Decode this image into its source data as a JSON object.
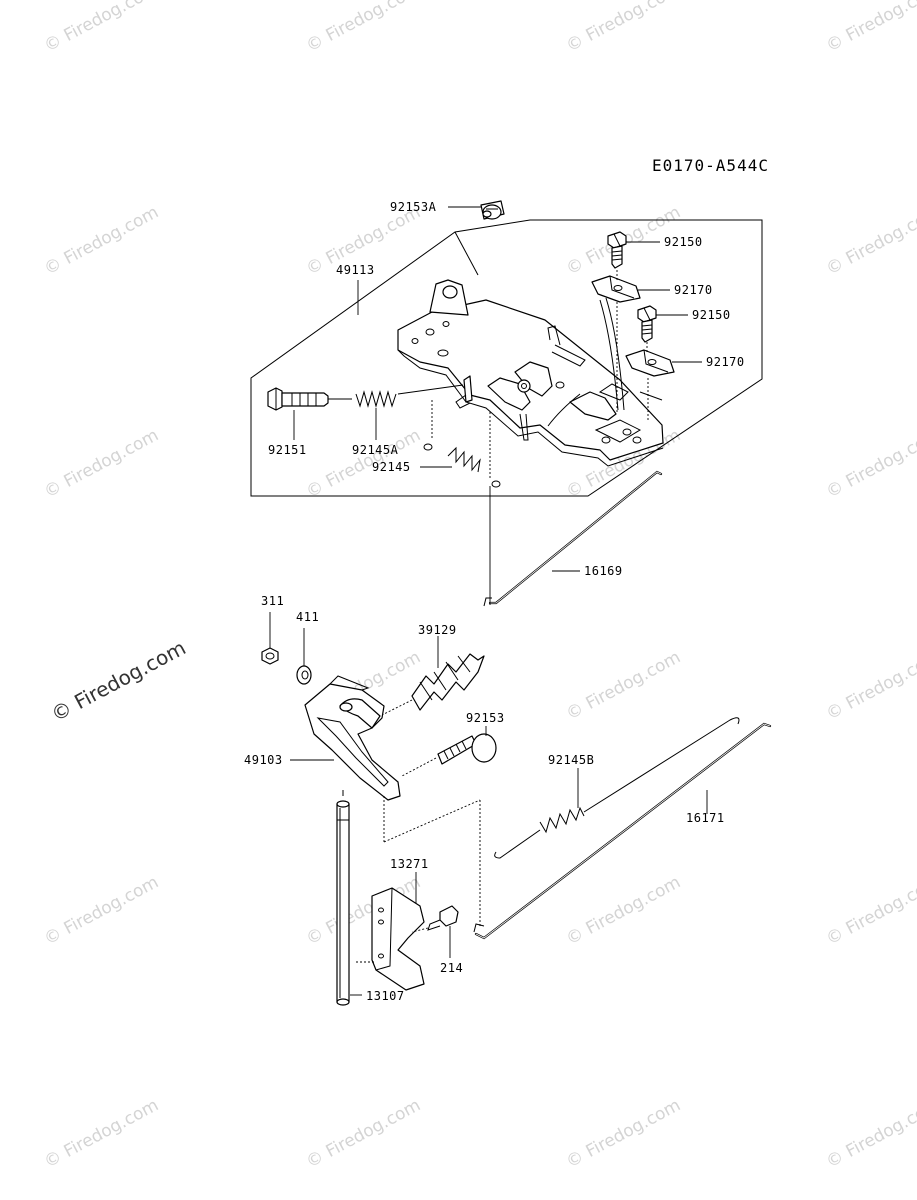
{
  "diagram_code": "E0170-A544C",
  "watermark": {
    "text": "© Firedog.com",
    "featured_text": "© Firedog.com"
  },
  "parts": {
    "p92153A": "92153A",
    "p49113": "49113",
    "p92150a": "92150",
    "p92170a": "92170",
    "p92150b": "92150",
    "p92170b": "92170",
    "p92151": "92151",
    "p92145A": "92145A",
    "p92145": "92145",
    "p16169": "16169",
    "p311": "311",
    "p411": "411",
    "p39129": "39129",
    "p92153": "92153",
    "p49103": "49103",
    "p92145B": "92145B",
    "p16171": "16171",
    "p13271": "13271",
    "p214": "214",
    "p13107": "13107"
  }
}
